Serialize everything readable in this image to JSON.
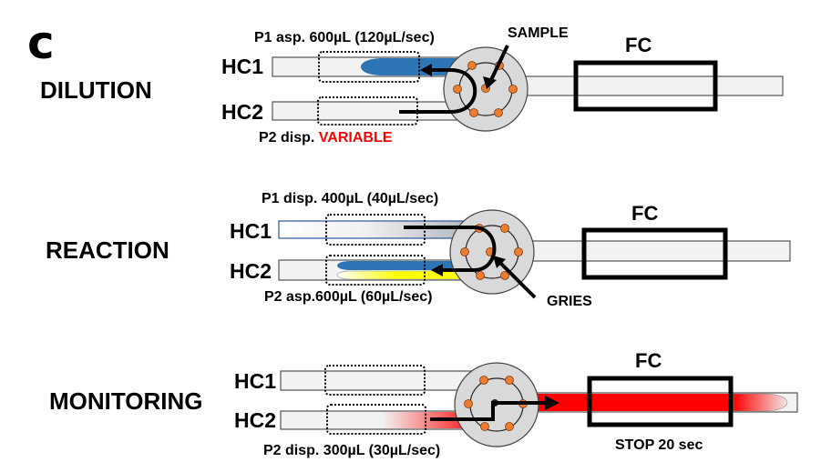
{
  "figure": {
    "panel_letter": "c",
    "colors": {
      "tube_fill": "#f2f2f2",
      "valve_fill": "#d9d9d9",
      "port": "#ed7d31",
      "sample_blue": "#2e75b6",
      "griess_yellow": "#ffff00",
      "product_red": "#ff0000",
      "variable_red": "#ff0000"
    }
  },
  "stages": [
    {
      "name": "DILUTION",
      "hc1_label": "HC1",
      "hc2_label": "HC2",
      "pump1_text": "P1 asp. 600µL (120µL/sec)",
      "pump2_prefix": "P2 disp. ",
      "pump2_highlight": "VARIABLE",
      "fc_label": "FC",
      "reagent_label": "SAMPLE"
    },
    {
      "name": "REACTION",
      "hc1_label": "HC1",
      "hc2_label": "HC2",
      "pump1_text": "P1 disp. 400µL (40µL/sec)",
      "pump2_text": "P2 asp.600µL (60µL/sec)",
      "fc_label": "FC",
      "reagent_label": "GRIES"
    },
    {
      "name": "MONITORING",
      "hc1_label": "HC1",
      "hc2_label": "HC2",
      "pump2_text": "P2 disp. 300µL (30µL/sec)",
      "fc_label": "FC",
      "fc_note": "STOP 20 sec"
    }
  ]
}
